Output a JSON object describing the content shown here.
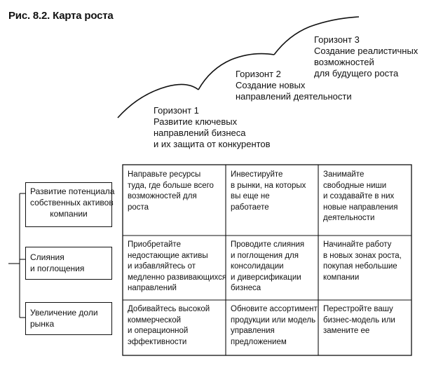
{
  "title": "Рис. 8.2. Карта роста",
  "horizons": [
    {
      "lines": [
        "Горизонт 1",
        "Развитие ключевых",
        "направлений бизнеса",
        "и их защита от конкурентов"
      ]
    },
    {
      "lines": [
        "Горизонт 2",
        "Создание новых",
        "направлений деятельности"
      ]
    },
    {
      "lines": [
        "Горизонт 3",
        "Создание реалистичных",
        "возможностей",
        "для будущего роста"
      ]
    }
  ],
  "rows": [
    {
      "lines": [
        "Развитие потенциала",
        "собственных активов",
        "компании"
      ]
    },
    {
      "lines": [
        "Слияния",
        "и поглощения"
      ]
    },
    {
      "lines": [
        "Увеличение доли",
        "рынка"
      ]
    }
  ],
  "grid": [
    [
      {
        "lines": [
          "Направьте ресурсы",
          "туда, где больше всего",
          "возможностей для",
          "роста"
        ]
      },
      {
        "lines": [
          "Инвестируйте",
          "в рынки, на которых",
          "вы еще не",
          "работаете"
        ]
      },
      {
        "lines": [
          "Занимайте",
          "свободные ниши",
          "и создавайте в них",
          "новые направления",
          "деятельности"
        ]
      }
    ],
    [
      {
        "lines": [
          "Приобретайте",
          "недостающие активы",
          "и избавляйтесь от",
          "медленно развивающихся",
          "направлений"
        ]
      },
      {
        "lines": [
          "Проводите слияния",
          "и поглощения для",
          "консолидации",
          "и диверсификации",
          "бизнеса"
        ]
      },
      {
        "lines": [
          "Начинайте работу",
          "в новых зонах роста,",
          "покупая небольшие",
          "компании"
        ]
      }
    ],
    [
      {
        "lines": [
          "Добивайтесь высокой",
          "коммерческой",
          "и операционной",
          "эффективности"
        ]
      },
      {
        "lines": [
          "Обновите ассортимент",
          "продукции или модель",
          "управления",
          "предложением"
        ]
      },
      {
        "lines": [
          "Перестройте вашу",
          "бизнес-модель или",
          "замените ее"
        ]
      }
    ]
  ]
}
